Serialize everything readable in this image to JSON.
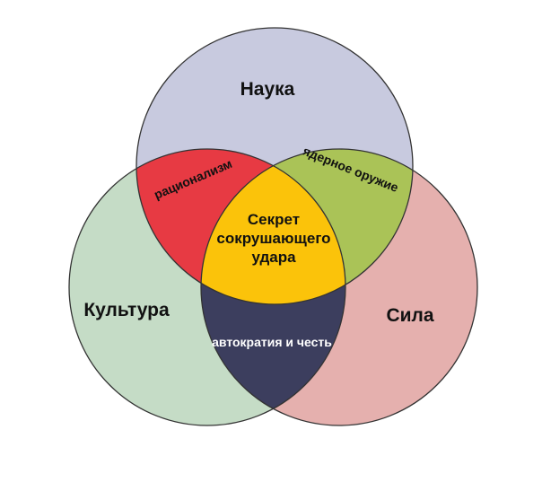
{
  "diagram": {
    "sets": [
      {
        "id": "science",
        "label": "Наука",
        "color": "#c8cadf"
      },
      {
        "id": "culture",
        "label": "Культура",
        "color": "#c5dcc6"
      },
      {
        "id": "power",
        "label": "Сила",
        "color": "#e5b0ae"
      }
    ],
    "intersections": {
      "science_culture": {
        "label": "рационализм",
        "color": "#e73a43"
      },
      "science_power": {
        "label": "ядерное оружие",
        "color": "#aac357"
      },
      "culture_power": {
        "label": "автократия и честь",
        "color": "#3c3e5e"
      },
      "all": {
        "label_lines": [
          "Секрет",
          "сокрушающего",
          "удара"
        ],
        "color": "#fbc30a"
      }
    },
    "outline_color": "#333333"
  }
}
